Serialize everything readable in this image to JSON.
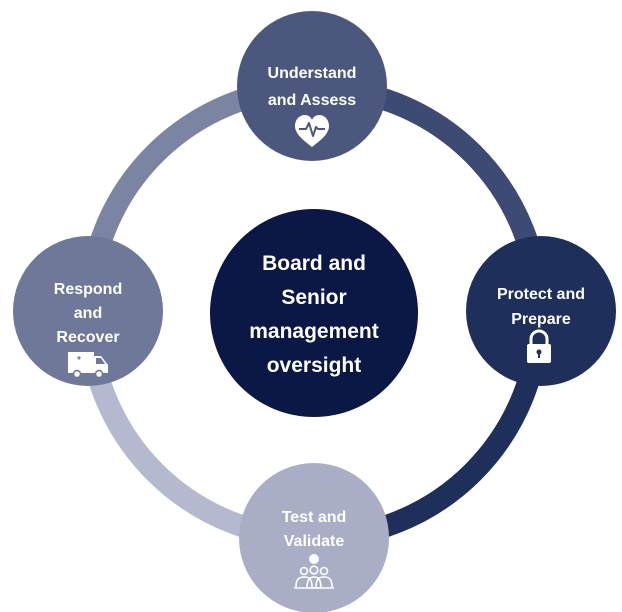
{
  "center": {
    "lines": [
      "Board and",
      "Senior",
      "management",
      "oversight"
    ],
    "color": "#0b1745"
  },
  "nodes": {
    "top": {
      "lines": [
        "Understand",
        "and Assess"
      ],
      "icon": "heart-pulse-icon",
      "color": "#4b577d"
    },
    "right": {
      "lines": [
        "Protect and",
        "Prepare"
      ],
      "icon": "lock-icon",
      "color": "#1d2f5a"
    },
    "bottom": {
      "lines": [
        "Test and",
        "Validate"
      ],
      "icon": "people-group-icon",
      "color": "#a9aec6"
    },
    "left": {
      "lines": [
        "Respond",
        "and",
        "Recover"
      ],
      "icon": "ambulance-icon",
      "color": "#6f7899"
    }
  },
  "ring": {
    "top_right": "#3c4a74",
    "bottom_right": "#1d2f5a",
    "bottom_left": "#b4b9cf",
    "top_left": "#7c84a4"
  }
}
